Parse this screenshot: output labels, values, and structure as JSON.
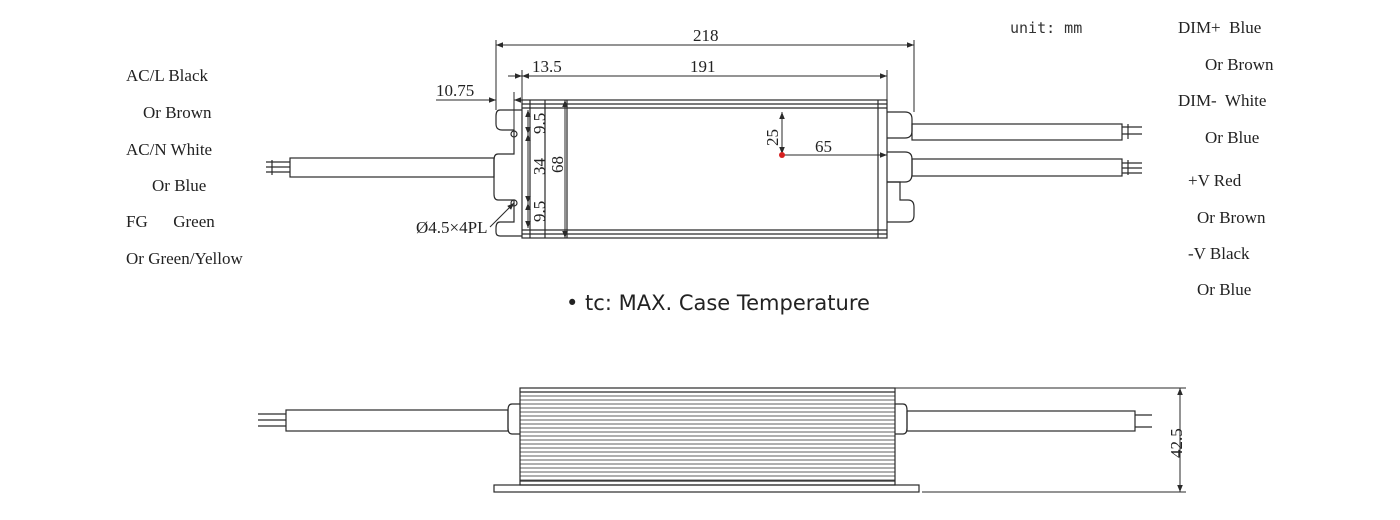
{
  "unit_label": "unit: mm",
  "note": "• tc: MAX. Case Temperature",
  "input_wires": [
    {
      "label": "AC/L Black"
    },
    {
      "label": "Or Brown"
    },
    {
      "label": "AC/N White"
    },
    {
      "label": "Or Blue"
    },
    {
      "label": "FG      Green"
    },
    {
      "label": "Or Green/Yellow"
    }
  ],
  "output_wires": [
    {
      "label": "DIM+  Blue"
    },
    {
      "label": "Or Brown"
    },
    {
      "label": "DIM-  White"
    },
    {
      "label": "Or Blue"
    },
    {
      "label": "+V Red"
    },
    {
      "label": "Or Brown"
    },
    {
      "label": "-V Black"
    },
    {
      "label": "Or Blue"
    }
  ],
  "dimensions": {
    "overall_length": "218",
    "body_length": "191",
    "flange": "13.5",
    "hole_offset": "10.75",
    "hole_pitch_top": "9.5",
    "hole_span": "34",
    "width": "68",
    "hole_pitch_bottom": "9.5",
    "tc_vertical": "25",
    "tc_horizontal": "65",
    "holes": "Ø4.5×4PL",
    "height": "42.5"
  },
  "colors": {
    "line": "#2a2a2a",
    "tc_point": "#d62020"
  }
}
